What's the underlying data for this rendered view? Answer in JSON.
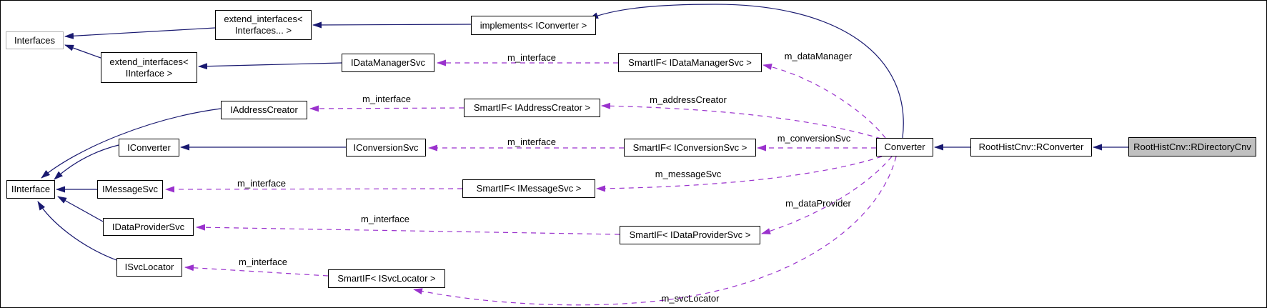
{
  "diagram": {
    "focus_node": "RootHistCnv::RDirectoryCnv",
    "colors": {
      "inheritance_edge": "#191970",
      "usage_edge": "#9a32cd",
      "node_border": "#000000",
      "truncated_node_border": "#b2b2b2",
      "focus_node_fill": "#c0c0c0",
      "background": "#ffffff"
    },
    "nodes": [
      {
        "id": "interfaces",
        "label": "Interfaces"
      },
      {
        "id": "extend_interfaces_interfaces",
        "label": "extend_interfaces<\nInterfaces... >"
      },
      {
        "id": "implements_iconverter",
        "label": "implements< IConverter >"
      },
      {
        "id": "extend_interfaces_iinterface",
        "label": "extend_interfaces<\nIInterface >"
      },
      {
        "id": "idatamanagersvc",
        "label": "IDataManagerSvc"
      },
      {
        "id": "smartif_idatamanagersvc",
        "label": "SmartIF< IDataManagerSvc >"
      },
      {
        "id": "iaddresscreator",
        "label": "IAddressCreator"
      },
      {
        "id": "smartif_iaddresscreator",
        "label": "SmartIF< IAddressCreator >"
      },
      {
        "id": "iconverter",
        "label": "IConverter"
      },
      {
        "id": "iconversionsvc",
        "label": "IConversionSvc"
      },
      {
        "id": "smartif_iconversionsvc",
        "label": "SmartIF< IConversionSvc >"
      },
      {
        "id": "iinterface",
        "label": "IInterface"
      },
      {
        "id": "imessagesvc",
        "label": "IMessageSvc"
      },
      {
        "id": "smartif_imessagesvc",
        "label": "SmartIF< IMessageSvc >"
      },
      {
        "id": "idataprovidersvc",
        "label": "IDataProviderSvc"
      },
      {
        "id": "smartif_idataprovidersvc",
        "label": "SmartIF< IDataProviderSvc >"
      },
      {
        "id": "isvclocator",
        "label": "ISvcLocator"
      },
      {
        "id": "smartif_isvclocator",
        "label": "SmartIF< ISvcLocator >"
      },
      {
        "id": "converter",
        "label": "Converter"
      },
      {
        "id": "roothistcnv_rconverter",
        "label": "RootHistCnv::RConverter"
      },
      {
        "id": "roothistcnv_rdirectorycnv",
        "label": "RootHistCnv::RDirectoryCnv"
      }
    ],
    "edges": [
      {
        "from": "RootHistCnv::RDirectoryCnv",
        "to": "RootHistCnv::RConverter",
        "type": "inheritance"
      },
      {
        "from": "RootHistCnv::RConverter",
        "to": "Converter",
        "type": "inheritance"
      },
      {
        "from": "Converter",
        "to": "implements< IConverter >",
        "type": "inheritance"
      },
      {
        "from": "implements< IConverter >",
        "to": "extend_interfaces< Interfaces... >",
        "type": "inheritance"
      },
      {
        "from": "extend_interfaces< Interfaces... >",
        "to": "Interfaces",
        "type": "inheritance"
      },
      {
        "from": "extend_interfaces< IInterface >",
        "to": "Interfaces",
        "type": "inheritance"
      },
      {
        "from": "IDataManagerSvc",
        "to": "extend_interfaces< IInterface >",
        "type": "inheritance"
      },
      {
        "from": "IConversionSvc",
        "to": "IConverter",
        "type": "inheritance"
      },
      {
        "from": "IConverter",
        "to": "IInterface",
        "type": "inheritance"
      },
      {
        "from": "IAddressCreator",
        "to": "IInterface",
        "type": "inheritance"
      },
      {
        "from": "IMessageSvc",
        "to": "IInterface",
        "type": "inheritance"
      },
      {
        "from": "IDataProviderSvc",
        "to": "IInterface",
        "type": "inheritance"
      },
      {
        "from": "ISvcLocator",
        "to": "IInterface",
        "type": "inheritance"
      },
      {
        "from": "SmartIF< IDataManagerSvc >",
        "to": "IDataManagerSvc",
        "type": "usage",
        "label": "m_interface"
      },
      {
        "from": "Converter",
        "to": "SmartIF< IDataManagerSvc >",
        "type": "usage",
        "label": "m_dataManager"
      },
      {
        "from": "SmartIF< IAddressCreator >",
        "to": "IAddressCreator",
        "type": "usage",
        "label": "m_interface"
      },
      {
        "from": "Converter",
        "to": "SmartIF< IAddressCreator >",
        "type": "usage",
        "label": "m_addressCreator"
      },
      {
        "from": "SmartIF< IConversionSvc >",
        "to": "IConversionSvc",
        "type": "usage",
        "label": "m_interface"
      },
      {
        "from": "Converter",
        "to": "SmartIF< IConversionSvc >",
        "type": "usage",
        "label": "m_conversionSvc"
      },
      {
        "from": "SmartIF< IMessageSvc >",
        "to": "IMessageSvc",
        "type": "usage",
        "label": "m_interface"
      },
      {
        "from": "Converter",
        "to": "SmartIF< IMessageSvc >",
        "type": "usage",
        "label": "m_messageSvc"
      },
      {
        "from": "SmartIF< IDataProviderSvc >",
        "to": "IDataProviderSvc",
        "type": "usage",
        "label": "m_interface"
      },
      {
        "from": "Converter",
        "to": "SmartIF< IDataProviderSvc >",
        "type": "usage",
        "label": "m_dataProvider"
      },
      {
        "from": "SmartIF< ISvcLocator >",
        "to": "ISvcLocator",
        "type": "usage",
        "label": "m_interface"
      },
      {
        "from": "Converter",
        "to": "SmartIF< ISvcLocator >",
        "type": "usage",
        "label": "m_svcLocator"
      }
    ]
  }
}
